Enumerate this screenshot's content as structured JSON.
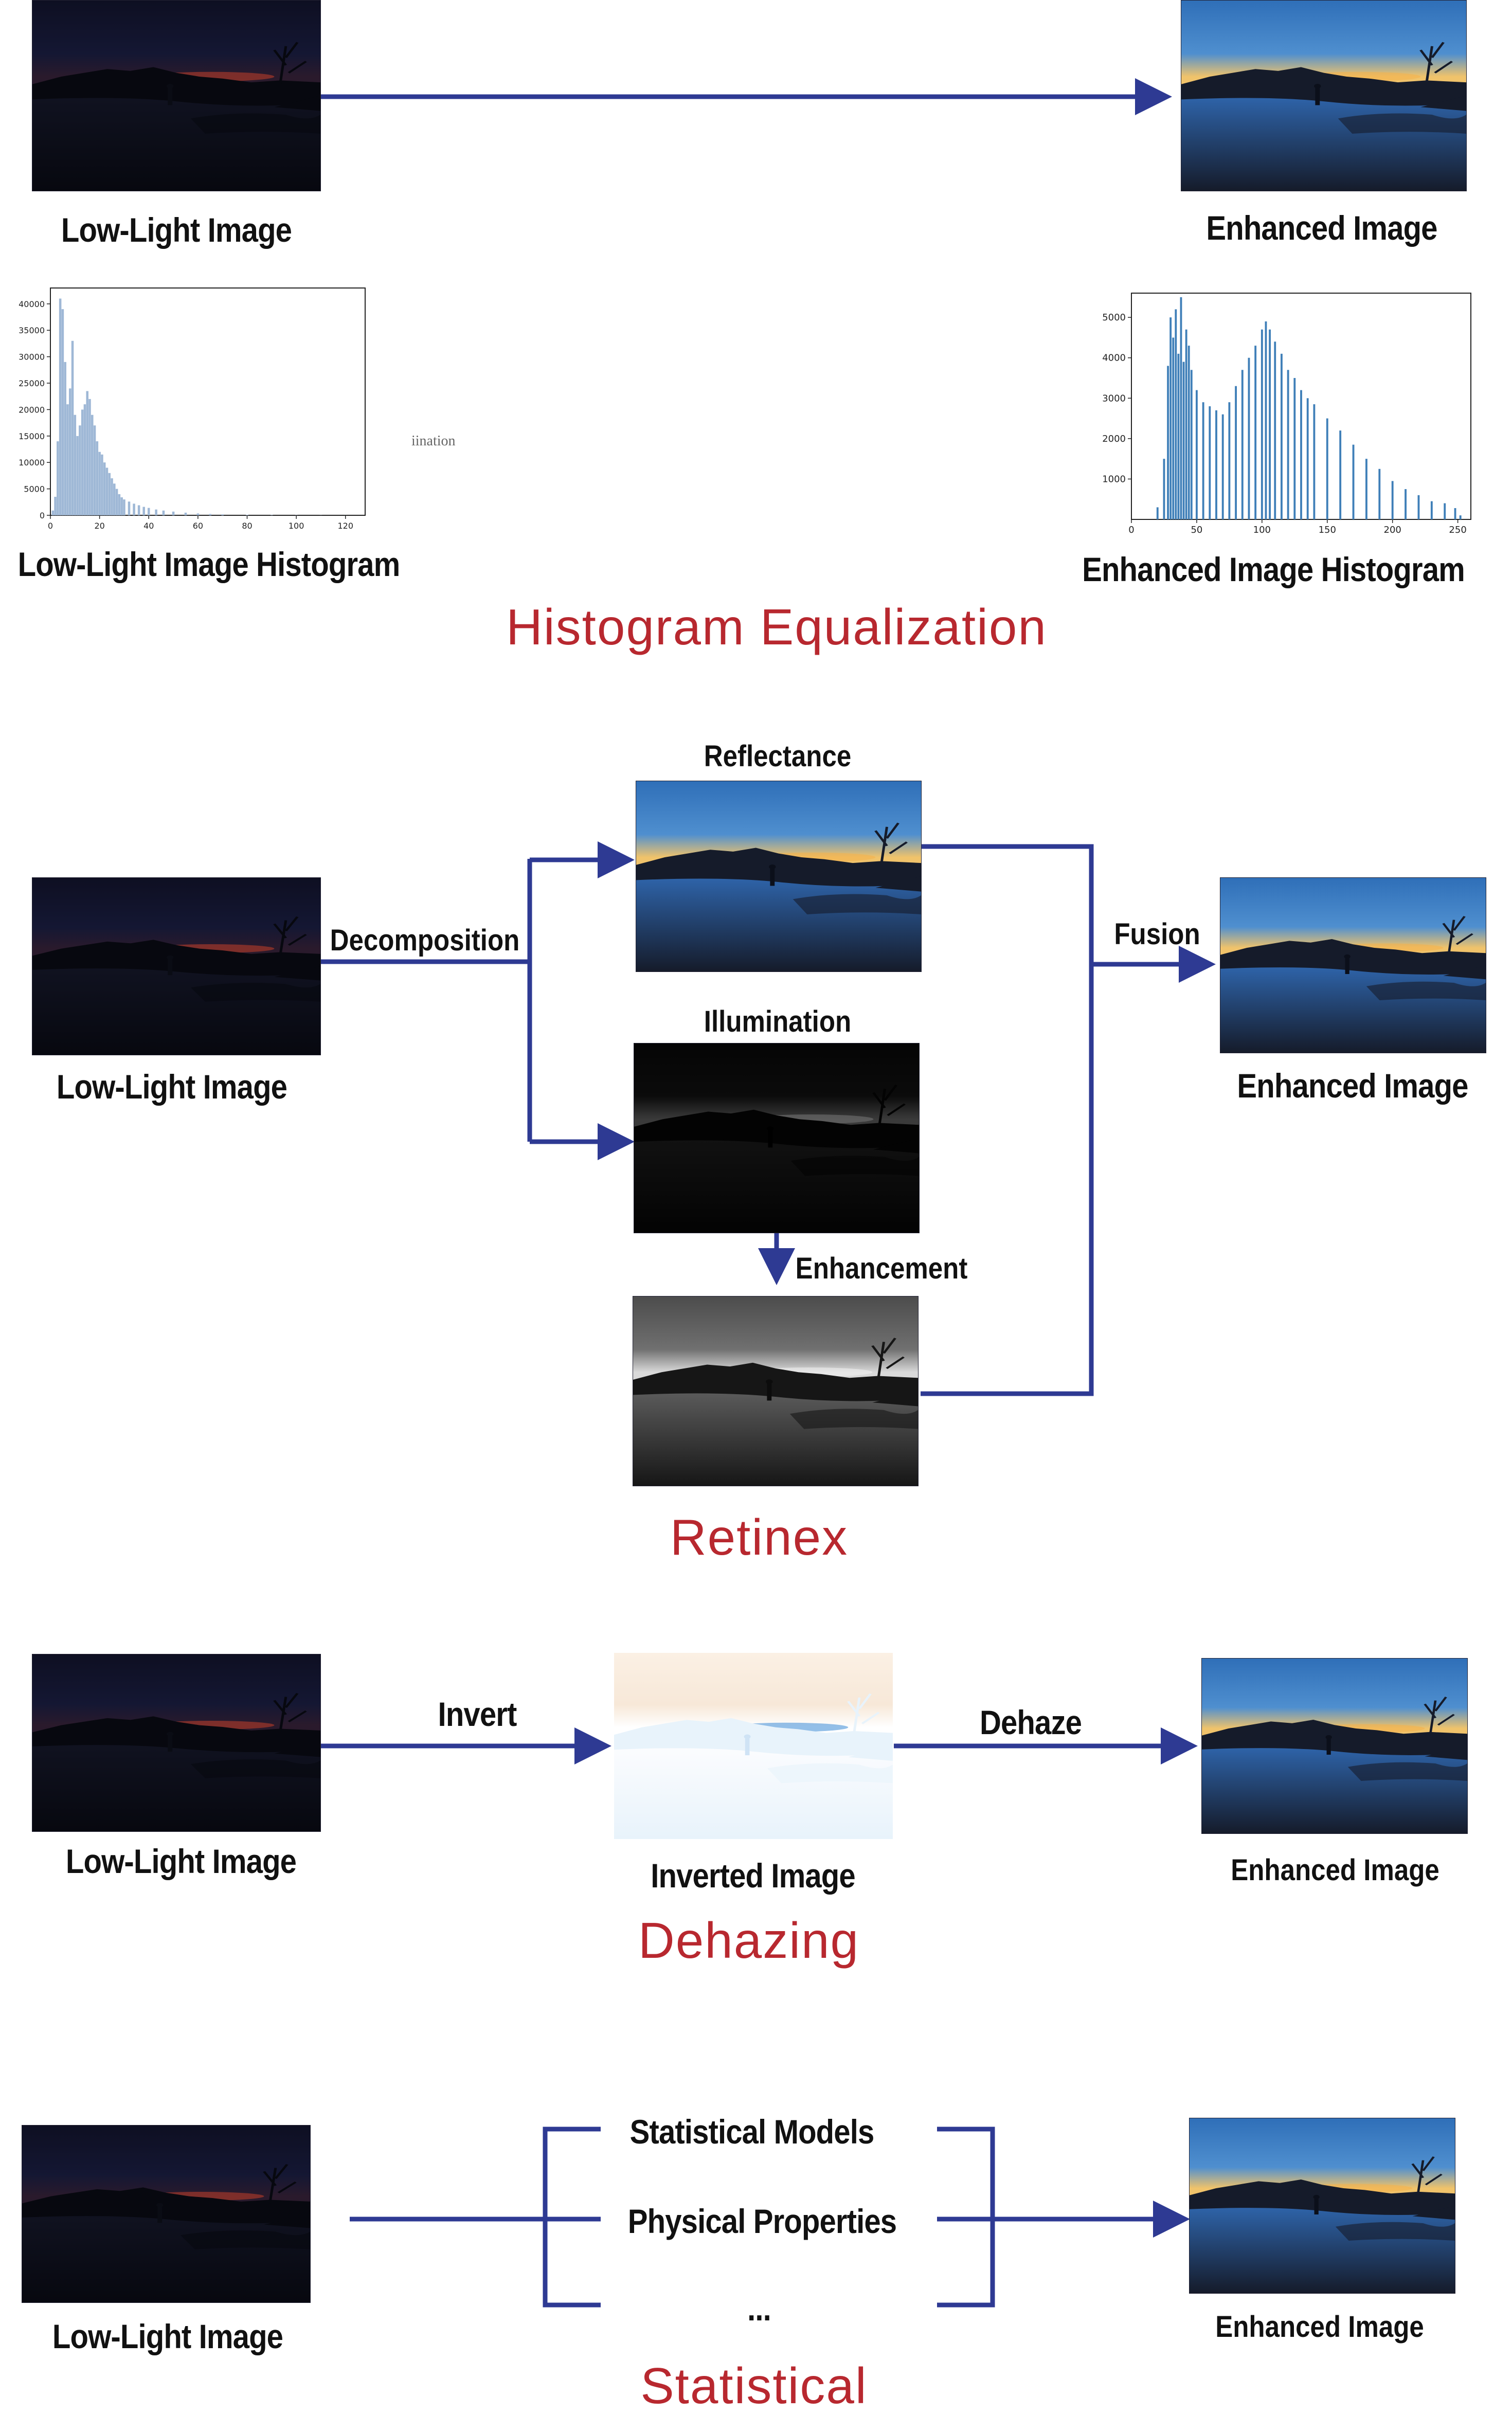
{
  "he": {
    "low_label": "Low-Light Image",
    "enh_label": "Enhanced Image",
    "low_hist_label": "Low-Light Image Histogram",
    "enh_hist_label": "Enhanced Image Histogram",
    "ghost_text": "iination",
    "title": "Histogram Equalization"
  },
  "retinex": {
    "reflectance": "Reflectance",
    "illumination": "Illumination",
    "decomposition": "Decomposition",
    "fusion": "Fusion",
    "enhancement": "Enhancement",
    "low_label": "Low-Light Image",
    "enh_label": "Enhanced Image",
    "title": "Retinex"
  },
  "dehazing": {
    "invert": "Invert",
    "dehaze": "Dehaze",
    "low_label": "Low-Light Image",
    "inverted_label": "Inverted Image",
    "enh_label": "Enhanced Image",
    "title": "Dehazing"
  },
  "statistical": {
    "items": [
      "Statistical Models",
      "Physical Properties",
      "..."
    ],
    "low_label": "Low-Light Image",
    "enh_label": "Enhanced Image",
    "title": "Statistical"
  },
  "colors": {
    "arrow": "#2e3a93",
    "title": "#b8282f",
    "hist_bar_low": "#9fb8d6",
    "hist_bar_enh": "#3f7fb8"
  },
  "chart_data": [
    {
      "type": "bar",
      "xlim": [
        0,
        128
      ],
      "ylim": [
        0,
        43000
      ],
      "xticks": [
        "0",
        "20",
        "40",
        "60",
        "80",
        "100",
        "120"
      ],
      "yticks": [
        "0",
        "5000",
        "10000",
        "15000",
        "20000",
        "25000",
        "30000",
        "35000",
        "40000"
      ],
      "x": [
        1,
        2,
        3,
        4,
        5,
        6,
        7,
        8,
        9,
        10,
        11,
        12,
        13,
        14,
        15,
        16,
        17,
        18,
        19,
        20,
        21,
        22,
        23,
        24,
        25,
        26,
        27,
        28,
        29,
        30,
        32,
        34,
        36,
        38,
        40,
        43,
        46,
        50,
        55,
        60,
        65,
        70,
        80,
        90,
        100,
        110,
        120
      ],
      "values": [
        900,
        3500,
        14000,
        41000,
        39000,
        29000,
        21000,
        24000,
        33000,
        19000,
        15000,
        17000,
        20000,
        21000,
        23500,
        22000,
        19000,
        17000,
        14000,
        12000,
        11500,
        10000,
        9000,
        8000,
        7000,
        6000,
        5000,
        4000,
        3400,
        3000,
        2600,
        2200,
        1900,
        1600,
        1400,
        1100,
        900,
        700,
        500,
        350,
        250,
        180,
        100,
        60,
        40,
        20,
        10
      ]
    },
    {
      "type": "bar",
      "xlim": [
        0,
        260
      ],
      "ylim": [
        0,
        5600
      ],
      "xticks": [
        "0",
        "50",
        "100",
        "150",
        "200",
        "250"
      ],
      "yticks": [
        "1000",
        "2000",
        "3000",
        "4000",
        "5000"
      ],
      "x": [
        20,
        25,
        28,
        30,
        32,
        34,
        36,
        38,
        40,
        42,
        44,
        46,
        50,
        55,
        60,
        65,
        70,
        75,
        80,
        85,
        90,
        95,
        100,
        103,
        106,
        110,
        115,
        120,
        125,
        130,
        135,
        140,
        150,
        160,
        170,
        180,
        190,
        200,
        210,
        220,
        230,
        240,
        248,
        252
      ],
      "values": [
        300,
        1500,
        3800,
        5000,
        4500,
        5200,
        4100,
        5500,
        3900,
        4700,
        4300,
        3700,
        3200,
        2900,
        2800,
        2700,
        2600,
        2900,
        3300,
        3700,
        4000,
        4300,
        4700,
        4900,
        4700,
        4400,
        4100,
        3700,
        3500,
        3200,
        3000,
        2850,
        2500,
        2200,
        1850,
        1500,
        1250,
        950,
        750,
        600,
        450,
        400,
        280,
        100
      ]
    }
  ]
}
